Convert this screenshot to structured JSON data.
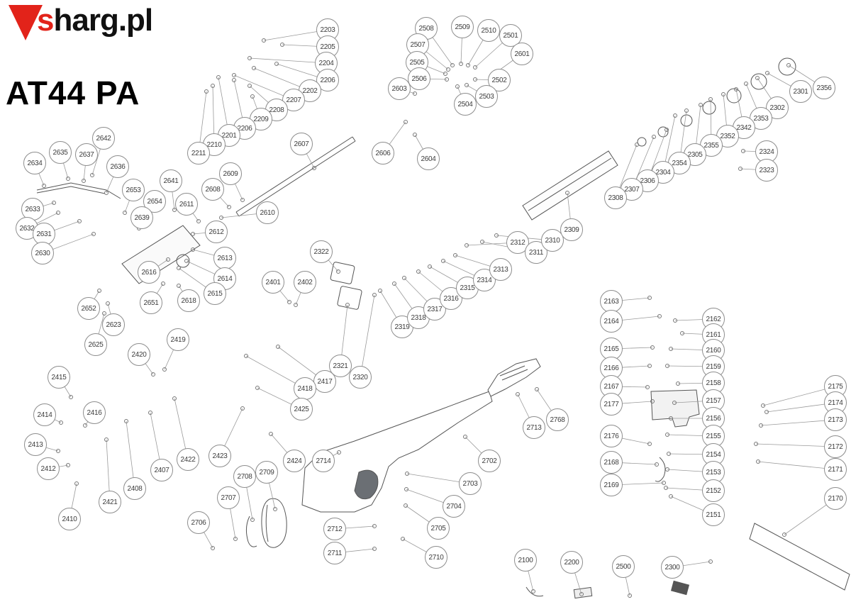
{
  "logo": {
    "accent_letter": "s",
    "rest": "harg.pl"
  },
  "title": "AT44 PA",
  "colors": {
    "accent_red": "#e2231a",
    "balloon_border": "#8d8d8d",
    "leader_line": "#9a9a9a",
    "part_line": "#555555",
    "text": "#3c3c3c"
  },
  "balloon_format": [
    "part_number",
    "x",
    "y",
    "leader_x",
    "leader_y"
  ],
  "balloons": [
    [
      "2203",
      462,
      42,
      372,
      57
    ],
    [
      "2205",
      462,
      66,
      398,
      63
    ],
    [
      "2204",
      460,
      89,
      352,
      82
    ],
    [
      "2206",
      462,
      113,
      390,
      90
    ],
    [
      "2202",
      437,
      128,
      358,
      96
    ],
    [
      "2207",
      414,
      141,
      330,
      106
    ],
    [
      "2208",
      390,
      155,
      352,
      121
    ],
    [
      "2209",
      368,
      168,
      356,
      136
    ],
    [
      "2206",
      345,
      181,
      330,
      113
    ],
    [
      "2201",
      323,
      191,
      308,
      109
    ],
    [
      "2210",
      302,
      204,
      300,
      121
    ],
    [
      "2211",
      280,
      216,
      291,
      129
    ],
    [
      "2508",
      601,
      40,
      638,
      92
    ],
    [
      "2509",
      652,
      38,
      650,
      90
    ],
    [
      "2510",
      689,
      43,
      660,
      92
    ],
    [
      "2501",
      720,
      50,
      670,
      95
    ],
    [
      "2507",
      589,
      63,
      632,
      98
    ],
    [
      "2601",
      736,
      76,
      697,
      104
    ],
    [
      "2505",
      588,
      88,
      628,
      104
    ],
    [
      "2506",
      591,
      111,
      630,
      112
    ],
    [
      "2502",
      704,
      113,
      670,
      112
    ],
    [
      "2503",
      686,
      136,
      658,
      120
    ],
    [
      "2504",
      656,
      147,
      645,
      122
    ],
    [
      "2603",
      563,
      125,
      585,
      132
    ],
    [
      "2606",
      540,
      216,
      572,
      172
    ],
    [
      "2604",
      604,
      224,
      585,
      190
    ],
    [
      "2356",
      1162,
      124,
      1112,
      92
    ],
    [
      "2301",
      1129,
      129,
      1082,
      103
    ],
    [
      "2302",
      1096,
      152,
      1068,
      110
    ],
    [
      "2353",
      1073,
      167,
      1052,
      118
    ],
    [
      "2342",
      1049,
      180,
      1038,
      126
    ],
    [
      "2352",
      1026,
      192,
      1020,
      133
    ],
    [
      "2355",
      1003,
      205,
      1002,
      140
    ],
    [
      "2305",
      980,
      218,
      988,
      148
    ],
    [
      "2354",
      958,
      230,
      968,
      156
    ],
    [
      "2304",
      935,
      243,
      952,
      163
    ],
    [
      "2306",
      913,
      255,
      940,
      183
    ],
    [
      "2307",
      891,
      267,
      922,
      193
    ],
    [
      "2308",
      868,
      279,
      898,
      204
    ],
    [
      "2324",
      1081,
      214,
      1048,
      213
    ],
    [
      "2323",
      1081,
      240,
      1044,
      238
    ],
    [
      "2607",
      425,
      203,
      443,
      237
    ],
    [
      "2609",
      325,
      245,
      342,
      282
    ],
    [
      "2608",
      300,
      267,
      323,
      292
    ],
    [
      "2611",
      263,
      288,
      280,
      312
    ],
    [
      "2610",
      377,
      300,
      312,
      307
    ],
    [
      "2612",
      305,
      327,
      272,
      330
    ],
    [
      "2613",
      317,
      364,
      272,
      352
    ],
    [
      "2614",
      317,
      393,
      263,
      368
    ],
    [
      "2615",
      303,
      414,
      252,
      378
    ],
    [
      "2616",
      210,
      384,
      237,
      366
    ],
    [
      "2651",
      213,
      427,
      230,
      400
    ],
    [
      "2618",
      266,
      424,
      252,
      403
    ],
    [
      "2642",
      146,
      195,
      130,
      247
    ],
    [
      "2635",
      85,
      215,
      96,
      252
    ],
    [
      "2637",
      122,
      218,
      118,
      255
    ],
    [
      "2634",
      49,
      230,
      62,
      262
    ],
    [
      "2636",
      166,
      235,
      150,
      272
    ],
    [
      "2641",
      241,
      255,
      246,
      296
    ],
    [
      "2653",
      188,
      268,
      176,
      300
    ],
    [
      "2654",
      218,
      284,
      206,
      310
    ],
    [
      "2639",
      200,
      307,
      196,
      322
    ],
    [
      "2633",
      46,
      295,
      76,
      286
    ],
    [
      "2632",
      38,
      322,
      82,
      300
    ],
    [
      "2631",
      62,
      330,
      112,
      312
    ],
    [
      "2630",
      60,
      357,
      132,
      330
    ],
    [
      "2652",
      125,
      435,
      140,
      410
    ],
    [
      "2623",
      160,
      458,
      152,
      428
    ],
    [
      "2625",
      135,
      486,
      147,
      442
    ],
    [
      "2401",
      385,
      398,
      408,
      426
    ],
    [
      "2402",
      430,
      398,
      417,
      430
    ],
    [
      "2322",
      453,
      355,
      477,
      383
    ],
    [
      "2321",
      480,
      516,
      490,
      430
    ],
    [
      "2320",
      508,
      532,
      528,
      416
    ],
    [
      "2319",
      567,
      461,
      536,
      410
    ],
    [
      "2318",
      590,
      448,
      556,
      400
    ],
    [
      "2317",
      613,
      436,
      570,
      392
    ],
    [
      "2316",
      636,
      421,
      590,
      383
    ],
    [
      "2315",
      659,
      406,
      606,
      376
    ],
    [
      "2314",
      683,
      395,
      625,
      368
    ],
    [
      "2313",
      706,
      380,
      642,
      360
    ],
    [
      "2312",
      730,
      342,
      658,
      346
    ],
    [
      "2311",
      756,
      356,
      680,
      341
    ],
    [
      "2310",
      779,
      339,
      700,
      332
    ],
    [
      "2309",
      806,
      324,
      800,
      272
    ],
    [
      "2419",
      251,
      479,
      232,
      521
    ],
    [
      "2420",
      196,
      500,
      216,
      528
    ],
    [
      "2415",
      83,
      532,
      100,
      560
    ],
    [
      "2414",
      63,
      585,
      86,
      596
    ],
    [
      "2416",
      133,
      582,
      120,
      600
    ],
    [
      "2413",
      50,
      627,
      82,
      636
    ],
    [
      "2412",
      68,
      661,
      96,
      656
    ],
    [
      "2410",
      98,
      732,
      108,
      682
    ],
    [
      "2421",
      155,
      708,
      150,
      620
    ],
    [
      "2408",
      190,
      689,
      178,
      594
    ],
    [
      "2407",
      228,
      663,
      212,
      582
    ],
    [
      "2422",
      265,
      648,
      246,
      562
    ],
    [
      "2423",
      310,
      643,
      342,
      576
    ],
    [
      "2417",
      458,
      538,
      392,
      489
    ],
    [
      "2418",
      430,
      548,
      347,
      502
    ],
    [
      "2425",
      425,
      577,
      363,
      547
    ],
    [
      "2424",
      415,
      650,
      382,
      612
    ],
    [
      "2714",
      456,
      650,
      478,
      638
    ],
    [
      "2708",
      345,
      672,
      356,
      733
    ],
    [
      "2709",
      376,
      666,
      388,
      718
    ],
    [
      "2707",
      322,
      702,
      332,
      760
    ],
    [
      "2706",
      280,
      737,
      300,
      773
    ],
    [
      "2712",
      472,
      746,
      528,
      742
    ],
    [
      "2711",
      472,
      780,
      528,
      774
    ],
    [
      "2710",
      615,
      786,
      568,
      760
    ],
    [
      "2705",
      618,
      745,
      572,
      713
    ],
    [
      "2704",
      640,
      714,
      573,
      690
    ],
    [
      "2703",
      663,
      682,
      574,
      668
    ],
    [
      "2702",
      690,
      650,
      656,
      616
    ],
    [
      "2713",
      753,
      603,
      730,
      556
    ],
    [
      "2768",
      786,
      592,
      757,
      549
    ],
    [
      "2163",
      862,
      425,
      916,
      420
    ],
    [
      "2164",
      862,
      453,
      930,
      446
    ],
    [
      "2165",
      862,
      492,
      920,
      490
    ],
    [
      "2166",
      862,
      519,
      916,
      516
    ],
    [
      "2167",
      862,
      545,
      913,
      546
    ],
    [
      "2177",
      862,
      570,
      920,
      566
    ],
    [
      "2176",
      862,
      615,
      916,
      626
    ],
    [
      "2168",
      862,
      652,
      926,
      655
    ],
    [
      "2169",
      862,
      684,
      936,
      681
    ],
    [
      "2162",
      1006,
      450,
      952,
      452
    ],
    [
      "2161",
      1006,
      472,
      962,
      470
    ],
    [
      "2160",
      1006,
      494,
      946,
      492
    ],
    [
      "2159",
      1006,
      517,
      941,
      516
    ],
    [
      "2158",
      1006,
      540,
      956,
      541
    ],
    [
      "2157",
      1006,
      565,
      951,
      568
    ],
    [
      "2156",
      1006,
      590,
      946,
      590
    ],
    [
      "2155",
      1006,
      615,
      941,
      613
    ],
    [
      "2154",
      1006,
      641,
      943,
      640
    ],
    [
      "2153",
      1006,
      666,
      941,
      662
    ],
    [
      "2152",
      1006,
      692,
      939,
      688
    ],
    [
      "2151",
      1006,
      726,
      946,
      700
    ],
    [
      "2175",
      1178,
      545,
      1076,
      572
    ],
    [
      "2174",
      1178,
      568,
      1081,
      581
    ],
    [
      "2173",
      1178,
      592,
      1073,
      600
    ],
    [
      "2172",
      1178,
      630,
      1066,
      626
    ],
    [
      "2171",
      1178,
      662,
      1069,
      651
    ],
    [
      "2170",
      1178,
      703,
      1106,
      754
    ],
    [
      "2100",
      741,
      790,
      752,
      834
    ],
    [
      "2200",
      806,
      793,
      820,
      838
    ],
    [
      "2500",
      879,
      799,
      888,
      840
    ],
    [
      "2300",
      948,
      800,
      1002,
      792
    ]
  ]
}
